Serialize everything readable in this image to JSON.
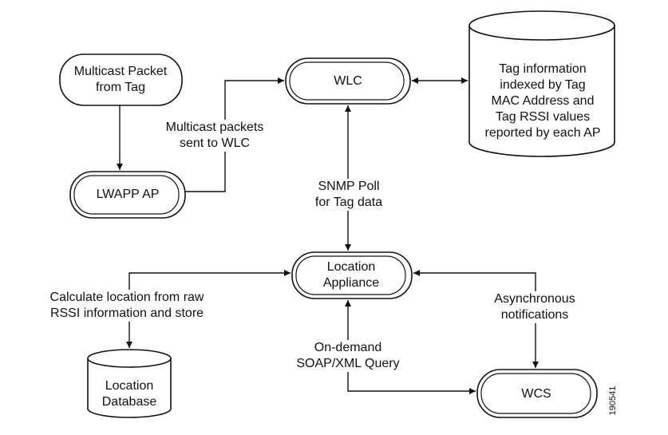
{
  "nodes": {
    "multicast_packet": {
      "lines": [
        "Multicast Packet",
        "from Tag"
      ]
    },
    "lwapp_ap": {
      "lines": [
        "LWAPP AP"
      ]
    },
    "wlc": {
      "lines": [
        "WLC"
      ]
    },
    "tag_db": {
      "lines": [
        "Tag information",
        "indexed by Tag",
        "MAC Address and",
        "Tag RSSI values",
        "reported by each AP"
      ]
    },
    "location_appliance": {
      "lines": [
        "Location",
        "Appliance"
      ]
    },
    "location_db": {
      "lines": [
        "Location",
        "Database"
      ]
    },
    "wcs": {
      "lines": [
        "WCS"
      ]
    }
  },
  "labels": {
    "multicast_sent": {
      "lines": [
        "Multicast packets",
        "sent to WLC"
      ]
    },
    "snmp_poll": {
      "lines": [
        "SNMP Poll",
        "for Tag data"
      ]
    },
    "calculate": {
      "lines": [
        "Calculate location from raw",
        "RSSI information and store"
      ]
    },
    "async": {
      "lines": [
        "Asynchronous",
        "notifications"
      ]
    },
    "on_demand": {
      "lines": [
        "On-demand",
        "SOAP/XML Query"
      ]
    }
  },
  "figure_id": "190541",
  "colors": {
    "stroke": "#111111",
    "background": "#ffffff"
  }
}
